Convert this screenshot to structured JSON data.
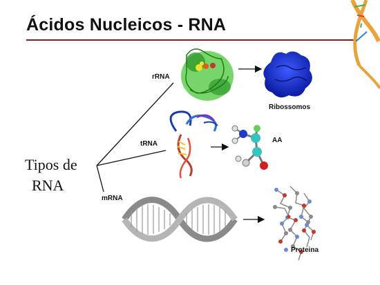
{
  "header": {
    "title": "Ácidos Nucleicos - RNA"
  },
  "diagram": {
    "root_line1": "Tipos de",
    "root_line2": "RNA",
    "branches": {
      "rrna": "rRNA",
      "trna": "tRNA",
      "mrna": "mRNA"
    },
    "products": {
      "rrna": "Ribossomos",
      "trna": "AA",
      "mrna": "Proteina"
    }
  }
}
